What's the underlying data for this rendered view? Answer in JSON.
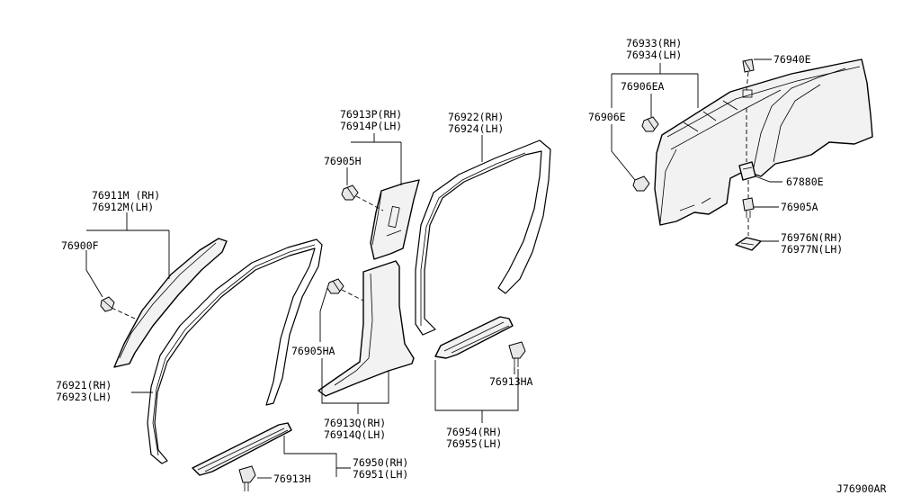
{
  "diagram_code": "J76900AR",
  "labels": {
    "p76911": [
      "76911M (RH)",
      "76912M(LH)"
    ],
    "p76900F": "76900F",
    "p76921": [
      "76921(RH)",
      "76923(LH)"
    ],
    "p76913P": [
      "76913P(RH)",
      "76914P(LH)"
    ],
    "p76905H": "76905H",
    "p76905HA": "76905HA",
    "p76913Q": [
      "76913Q(RH)",
      "76914Q(LH)"
    ],
    "p76922": [
      "76922(RH)",
      "76924(LH)"
    ],
    "p76913HA": "76913HA",
    "p76954": [
      "76954(RH)",
      "76955(LH)"
    ],
    "p76950": [
      "76950(RH)",
      "76951(LH)"
    ],
    "p76913H": "76913H",
    "p76933": [
      "76933(RH)",
      "76934(LH)"
    ],
    "p76940E": "76940E",
    "p76906EA": "76906EA",
    "p76906E": "76906E",
    "p67880E": "67880E",
    "p76905A": "76905A",
    "p76976N": [
      "76976N(RH)",
      "76977N(LH)"
    ]
  }
}
